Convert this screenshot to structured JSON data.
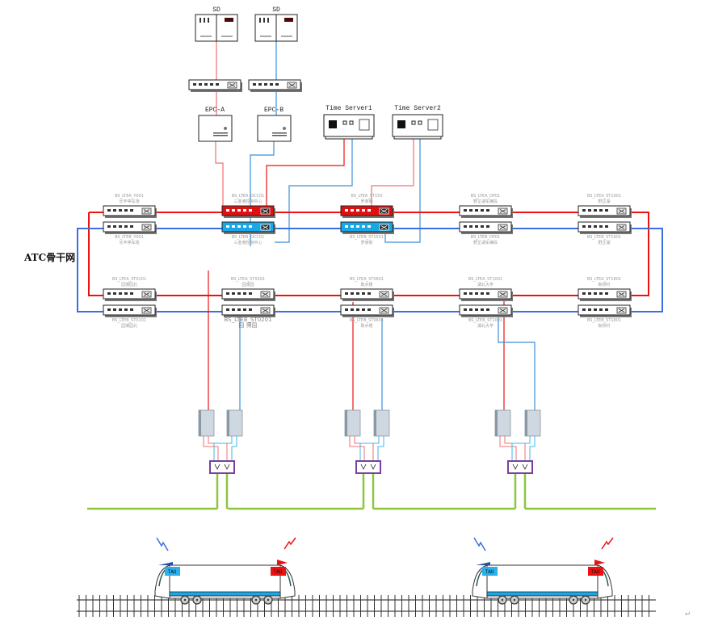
{
  "title": "ATC骨干网",
  "colors": {
    "red": "#ee1111",
    "blue": "#3a6fe0",
    "light_red": "#f07070",
    "light_blue": "#3b8fd8",
    "cyan_switch": "#1aa7e6",
    "green": "#8cc63f",
    "purple": "#7b3fa0"
  },
  "servers": {
    "sd": [
      {
        "label": "SD"
      },
      {
        "label": "SD"
      }
    ],
    "epc": [
      {
        "label": "EPC-A"
      },
      {
        "label": "EPC-B"
      }
    ],
    "time_servers": [
      {
        "label": "Time Server1"
      },
      {
        "label": "Time Server2"
      }
    ]
  },
  "backbone": {
    "top_a": [
      {
        "code": "BS_LTEA_Y001",
        "name": "长丰停车场"
      },
      {
        "code": "BS_LTEA_OCC01",
        "name": "三金滩控制中心"
      },
      {
        "code": "BS_LTEA_ST150",
        "name": "罗家街"
      },
      {
        "code": "BS_LTEA_DP01",
        "name": "野芷湖车辆段"
      },
      {
        "code": "BS_LTEA_ST1901",
        "name": "野芷湖"
      }
    ],
    "top_b": [
      {
        "code": "BS_LTEB_Y001",
        "name": "长丰停车场"
      },
      {
        "code": "BS_LTEB_OCC01",
        "name": "三金滩控制中心"
      },
      {
        "code": "BS_LTEB_ST1501",
        "name": "罗家街"
      },
      {
        "code": "BS_LTEB_DP01",
        "name": "野芷湖车辆段"
      },
      {
        "code": "BS_LTEB_ST1901",
        "name": "野芷湖"
      }
    ],
    "bottom_a": [
      {
        "code": "BS_LTEA_ST0101",
        "name": "园博园北"
      },
      {
        "code": "BS_LTEA_ST0201",
        "name": "园博园"
      },
      {
        "code": "BS_LTEA_ST0601",
        "name": "取水楼"
      },
      {
        "code": "BS_LTEA_ST1001",
        "name": "湖北大学"
      },
      {
        "code": "BS_LTEA_ST1801",
        "name": "板桥村"
      }
    ],
    "bottom_b": [
      {
        "code": "BS_LTEB_ST0101",
        "name": "园博园北"
      },
      {
        "code": "BS_LTEB_ST0201",
        "name": "园 博园"
      },
      {
        "code": "BS_LTEB_ST0601",
        "name": "取水楼"
      },
      {
        "code": "BS_LTEB_ST1001",
        "name": "湖北大学"
      },
      {
        "code": "BS_LTEB_ST1801",
        "name": "板桥村"
      }
    ]
  },
  "trains": [
    {
      "front_tau": "TAU",
      "rear_tau": "TAU"
    },
    {
      "front_tau": "TAU",
      "rear_tau": "TAU"
    }
  ],
  "paragraph_mark": "↵"
}
